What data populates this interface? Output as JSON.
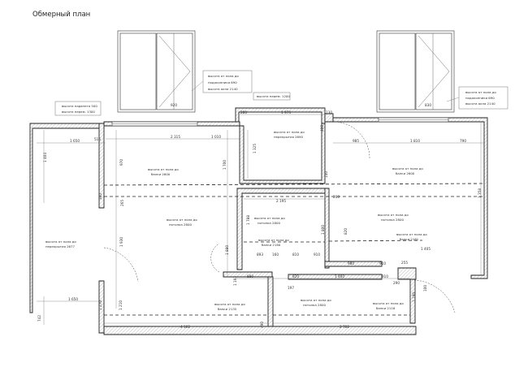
{
  "title": "Обмерный план",
  "windows": [
    {
      "width_label": "920"
    },
    {
      "width_label": "830"
    }
  ],
  "notes": {
    "sill_left": [
      "высота от пола до",
      "подоконника 690",
      "высота окна 2140"
    ],
    "sill_right": [
      "высота от пола до",
      "подоконника 690",
      "высота окна 2140"
    ],
    "lintel_top": "высота перем. 1200",
    "partition": [
      "высота парапета 500",
      "высота перем. 1300"
    ],
    "ceil_2690": [
      "высота от пола до",
      "перекрытия 2690"
    ],
    "ceil_2677": [
      "высота от пола до",
      "перекрытия 2677"
    ],
    "beam_2600a": [
      "высота от пола до",
      "балки 2600"
    ],
    "beam_2600b": [
      "высота от пола до",
      "балки 2600"
    ],
    "ceil_2800a": [
      "высота от пола до",
      "потолка 2800"
    ],
    "ceil_2800b": [
      "высота от пола до",
      "потолка 2800"
    ],
    "ceil_2800c": [
      "высота от пола до",
      "потолка 2800"
    ],
    "ceil_2800d": [
      "высота от пола до",
      "потолка 2800"
    ],
    "beam_2180": [
      "высота от пола до",
      "балки 2180"
    ],
    "beam_2181": [
      "высота от пола до",
      "балки 2181"
    ],
    "beam_2135": [
      "высота от пола до",
      "балки 2135"
    ],
    "beam_2116": [
      "высота от пола до",
      "балки 2116"
    ]
  },
  "dims": {
    "d280": "280",
    "d1974": "1 974",
    "d230": "230",
    "d400": "400",
    "d1650a": "1 650",
    "d515": "515",
    "d2315": "2 315",
    "d1010": "1 010",
    "d985": "985",
    "d1810": "1 810",
    "d790": "790",
    "d1404": "1 404",
    "d970": "970",
    "d1700": "1 700",
    "d1325": "1 325",
    "d140": "140",
    "d200": "200",
    "d265": "265",
    "d380": "380",
    "d2195": "2 195",
    "d1358": "1 358",
    "d1788": "1 788",
    "d1800": "1 800",
    "d820a": "820",
    "d1930": "1 930",
    "d1880": "1 880",
    "d893": "893",
    "d160": "160",
    "d810": "810",
    "d910a": "910",
    "d255": "255",
    "d1405": "1 405",
    "d980": "980",
    "d910b": "910",
    "d880": "880",
    "d820b": "820",
    "d1460": "1 460",
    "d910c": "910",
    "d290": "290",
    "d197": "197",
    "d1193": "1 193",
    "d100": "100",
    "d1650b": "1 650",
    "d742": "742",
    "d1270": "1 270",
    "d1210": "1 210",
    "d4102": "4 102",
    "d2702": "2 702",
    "d490": "490",
    "d1190": "1 190"
  }
}
